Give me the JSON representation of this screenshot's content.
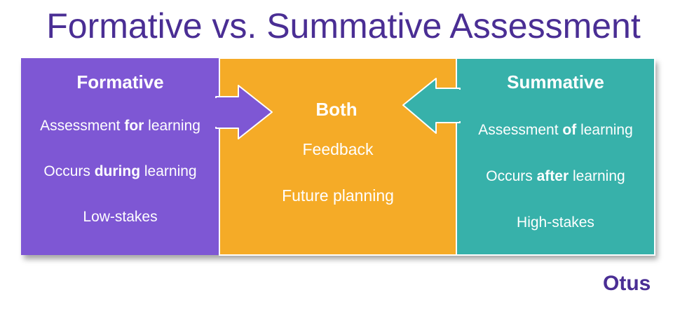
{
  "title": "Formative vs. Summative Assessment",
  "formative": {
    "heading": "Formative",
    "items": [
      [
        "Assessment ",
        "for",
        " learning"
      ],
      [
        "Occurs ",
        "during",
        " learning"
      ],
      [
        "Low-stakes",
        "",
        ""
      ]
    ]
  },
  "both": {
    "heading": "Both",
    "items": [
      "Feedback",
      "Future planning"
    ]
  },
  "summative": {
    "heading": "Summative",
    "items": [
      [
        "Assessment ",
        "of",
        " learning"
      ],
      [
        "Occurs ",
        "after",
        " learning"
      ],
      [
        "High-stakes",
        "",
        ""
      ]
    ]
  },
  "logo": "Otus",
  "colors": {
    "purple": "#7e57d4",
    "orange": "#f5ab27",
    "teal": "#37b1aa",
    "title": "#4a2e94"
  }
}
